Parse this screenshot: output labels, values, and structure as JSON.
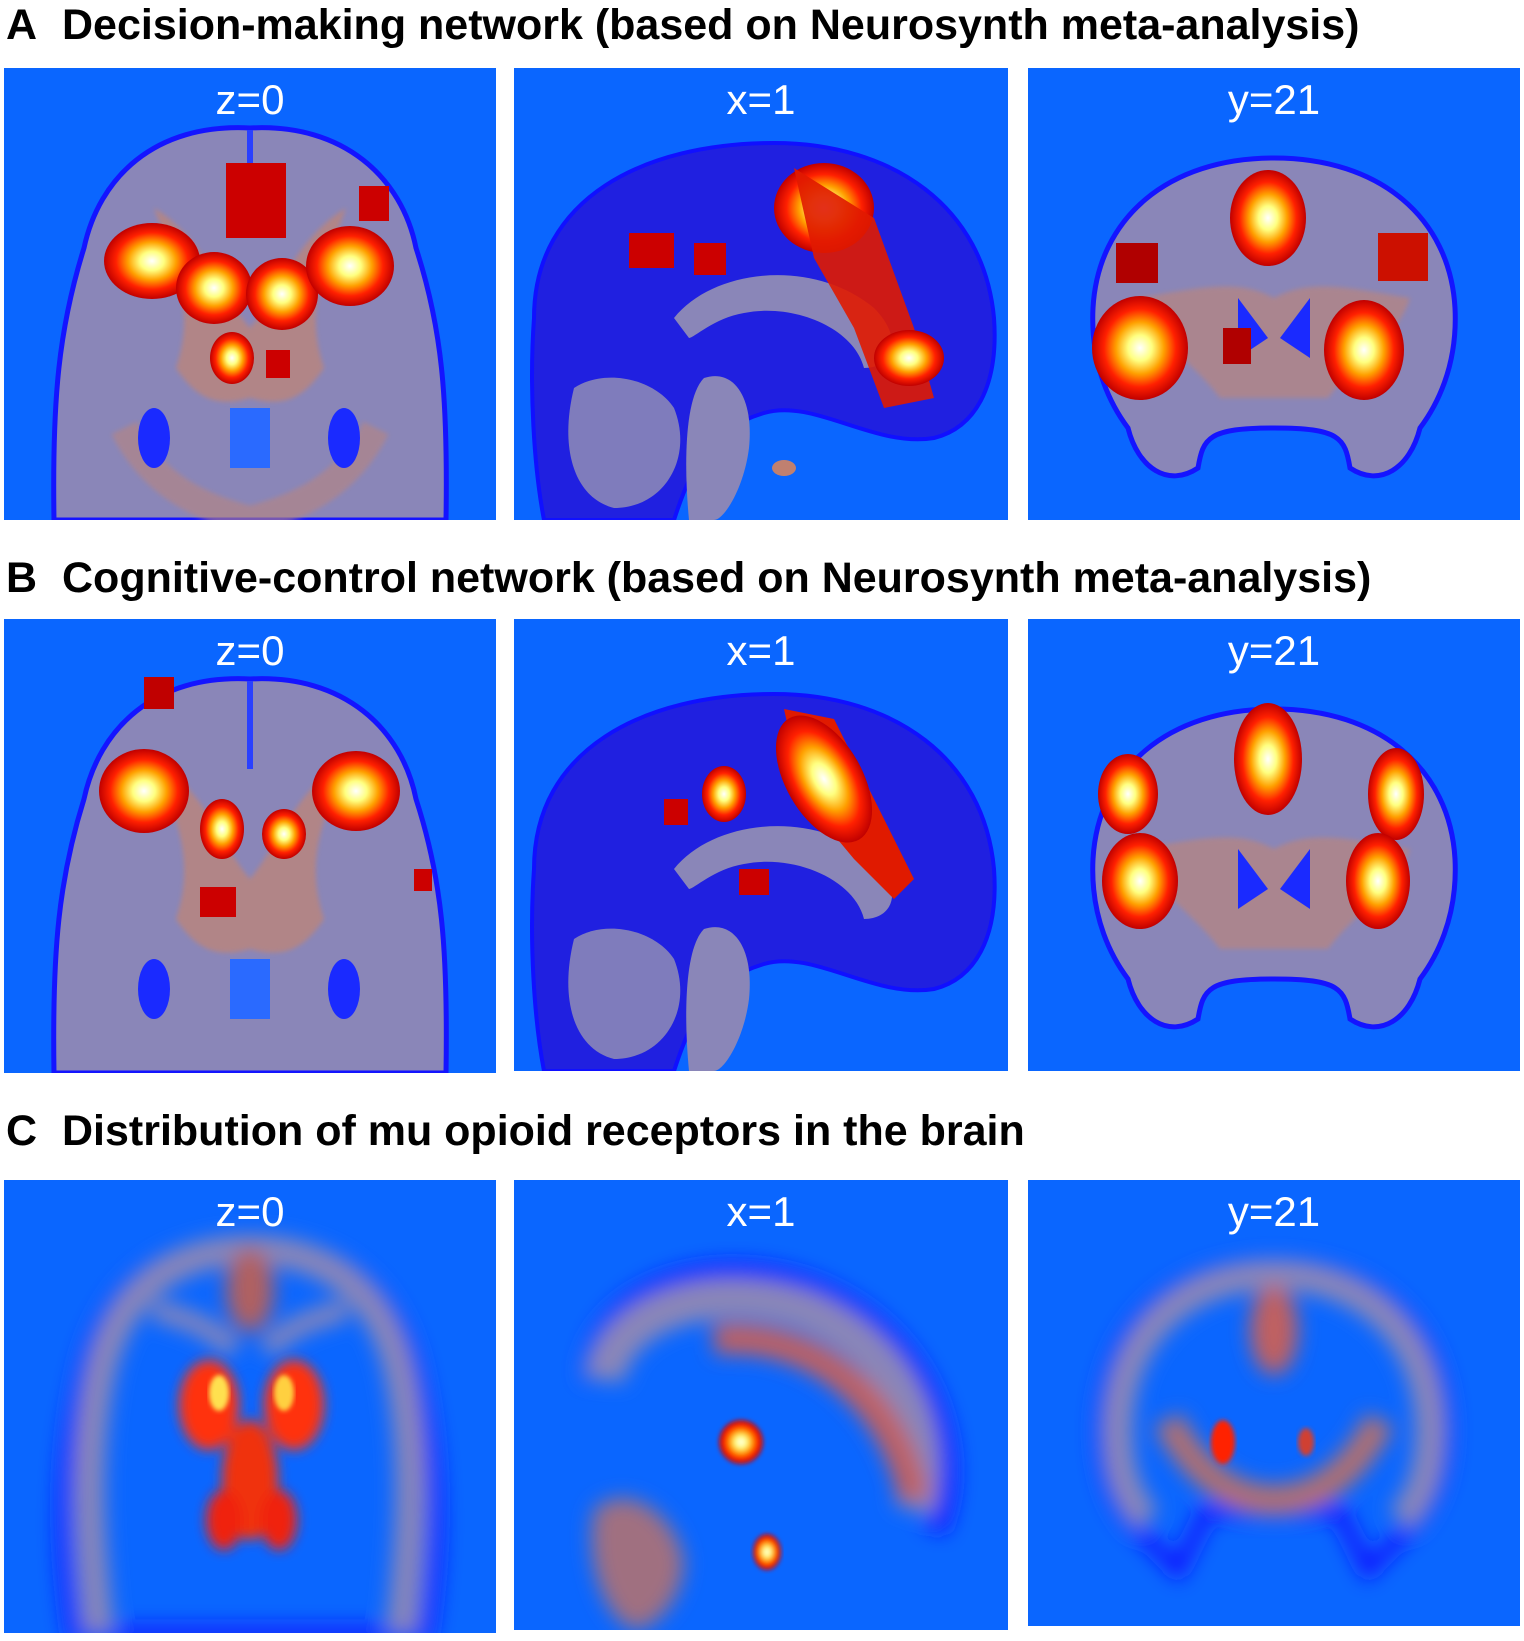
{
  "figure": {
    "rows": [
      {
        "letter": "A",
        "title": "Decision-making network (based on Neurosynth meta-analysis)",
        "panels": [
          {
            "view": "axial",
            "coord": "z=0"
          },
          {
            "view": "sagittal",
            "coord": "x=1"
          },
          {
            "view": "coronal",
            "coord": "y=21"
          }
        ]
      },
      {
        "letter": "B",
        "title": "Cognitive-control network (based on Neurosynth meta-analysis)",
        "panels": [
          {
            "view": "axial",
            "coord": "z=0"
          },
          {
            "view": "sagittal",
            "coord": "x=1"
          },
          {
            "view": "coronal",
            "coord": "y=21"
          }
        ]
      },
      {
        "letter": "C",
        "title": "Distribution of mu opioid receptors in the brain",
        "panels": [
          {
            "view": "axial",
            "coord": "z=0"
          },
          {
            "view": "sagittal",
            "coord": "x=1"
          },
          {
            "view": "coronal",
            "coord": "y=21"
          }
        ]
      }
    ],
    "colors": {
      "background": "#0a66ff",
      "tissue": "#8a86b8",
      "outline": "#1414ff",
      "white_matter": "#b8857f",
      "heat_low": "#cc0000",
      "heat_mid": "#ff6a00",
      "heat_high": "#ffff66",
      "heat_peak": "#ffffff"
    }
  }
}
